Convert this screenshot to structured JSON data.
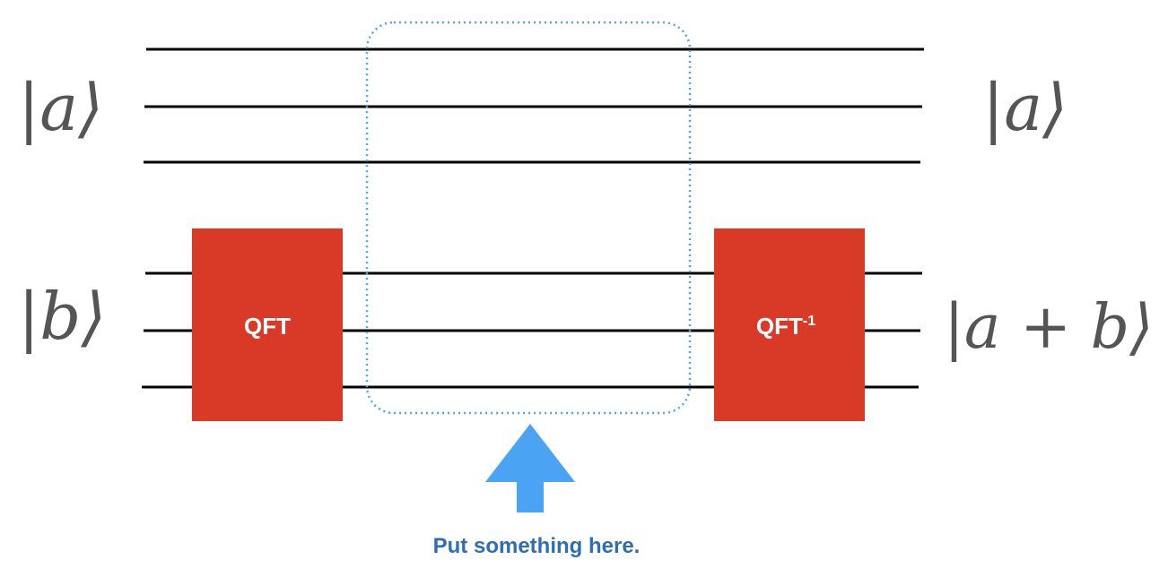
{
  "diagram": {
    "input_labels": {
      "a": "|a⟩",
      "b": "|b⟩"
    },
    "output_labels": {
      "a": "|a⟩",
      "sum": "|a + b⟩"
    },
    "gates": {
      "qft": {
        "label": "QFT",
        "superscript": ""
      },
      "iqft": {
        "label": "QFT",
        "superscript": "-1"
      }
    },
    "placeholder": {
      "hint": "Put something here."
    },
    "colors": {
      "gate": "#d93a27",
      "wire": "#000000",
      "placeholder_border": "#4fa3e8",
      "arrow": "#4aa4f3",
      "hint": "#2e6fb3",
      "ket": "#555555"
    }
  }
}
